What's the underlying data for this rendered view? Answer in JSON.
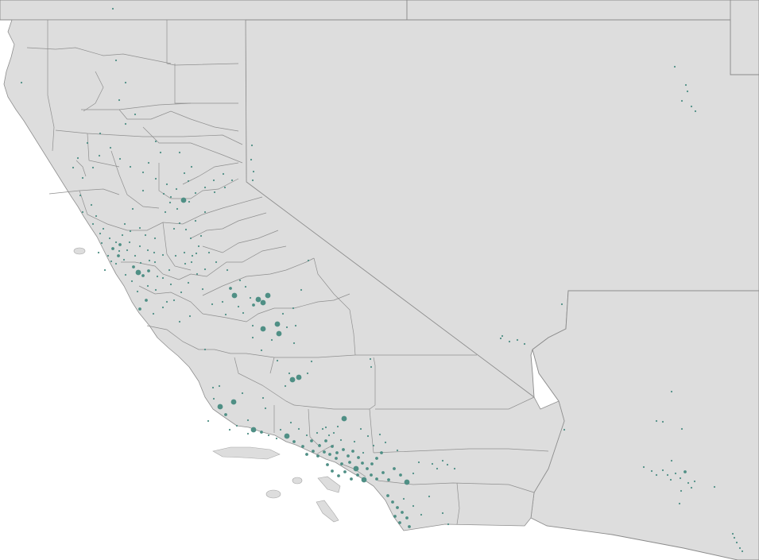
{
  "map": {
    "style": {
      "land_fill": "#dddddd",
      "border_color": "#8f8f8f",
      "ocean_color": "#ffffff",
      "point_color": "#4f8f85"
    }
  },
  "points": [
    [
      231,
      252,
      3
    ],
    [
      238,
      254,
      1
    ],
    [
      214,
      255,
      1
    ],
    [
      206,
      244,
      1
    ],
    [
      215,
      248,
      1
    ],
    [
      223,
      263,
      1
    ],
    [
      208,
      267,
      1
    ],
    [
      226,
      281,
      1
    ],
    [
      219,
      288,
      1
    ],
    [
      234,
      289,
      1
    ],
    [
      240,
      300,
      1
    ],
    [
      250,
      310,
      1
    ],
    [
      263,
      318,
      1
    ],
    [
      247,
      319,
      1
    ],
    [
      232,
      318,
      1
    ],
    [
      241,
      330,
      1
    ],
    [
      205,
      321,
      1
    ],
    [
      194,
      318,
      1
    ],
    [
      195,
      300,
      1
    ],
    [
      183,
      296,
      1
    ],
    [
      176,
      287,
      1
    ],
    [
      164,
      291,
      1
    ],
    [
      154,
      296,
      1
    ],
    [
      146,
      305,
      1
    ],
    [
      142,
      313,
      2
    ],
    [
      149,
      322,
      2
    ],
    [
      156,
      327,
      1
    ],
    [
      168,
      336,
      2
    ],
    [
      174,
      343,
      3
    ],
    [
      180,
      347,
      2
    ],
    [
      187,
      341,
      2
    ],
    [
      177,
      331,
      1
    ],
    [
      160,
      315,
      1
    ],
    [
      151,
      308,
      2
    ],
    [
      138,
      300,
      1
    ],
    [
      130,
      288,
      1
    ],
    [
      121,
      272,
      1
    ],
    [
      115,
      258,
      1
    ],
    [
      101,
      246,
      1
    ],
    [
      104,
      267,
      1
    ],
    [
      117,
      282,
      1
    ],
    [
      126,
      294,
      1
    ],
    [
      136,
      322,
      1
    ],
    [
      146,
      332,
      1
    ],
    [
      158,
      346,
      1
    ],
    [
      166,
      354,
      1
    ],
    [
      173,
      367,
      1
    ],
    [
      184,
      378,
      2
    ],
    [
      176,
      389,
      2
    ],
    [
      193,
      395,
      1
    ],
    [
      205,
      387,
      1
    ],
    [
      219,
      378,
      1
    ],
    [
      228,
      368,
      1
    ],
    [
      237,
      356,
      1
    ],
    [
      248,
      345,
      1
    ],
    [
      258,
      339,
      1
    ],
    [
      272,
      330,
      1
    ],
    [
      286,
      340,
      1
    ],
    [
      295,
      372,
      3
    ],
    [
      315,
      375,
      1
    ],
    [
      325,
      377,
      3
    ],
    [
      331,
      381,
      3
    ],
    [
      337,
      372,
      3
    ],
    [
      319,
      384,
      2
    ],
    [
      309,
      361,
      1
    ],
    [
      302,
      353,
      1
    ],
    [
      290,
      363,
      2
    ],
    [
      280,
      380,
      1
    ],
    [
      306,
      394,
      1
    ],
    [
      331,
      414,
      3
    ],
    [
      349,
      408,
      3
    ],
    [
      351,
      420,
      3
    ],
    [
      342,
      428,
      1
    ],
    [
      329,
      441,
      1
    ],
    [
      318,
      425,
      1
    ],
    [
      356,
      395,
      1
    ],
    [
      369,
      388,
      1
    ],
    [
      379,
      365,
      1
    ],
    [
      388,
      328,
      1
    ],
    [
      372,
      410,
      1
    ],
    [
      364,
      470,
      1
    ],
    [
      368,
      478,
      3
    ],
    [
      376,
      475,
      3
    ],
    [
      387,
      470,
      1
    ],
    [
      359,
      486,
      1
    ],
    [
      349,
      454,
      1
    ],
    [
      392,
      455,
      1
    ],
    [
      467,
      462,
      1
    ],
    [
      466,
      452,
      1
    ],
    [
      258,
      440,
      1
    ],
    [
      276,
      486,
      1
    ],
    [
      268,
      488,
      1
    ],
    [
      277,
      512,
      3
    ],
    [
      284,
      522,
      2
    ],
    [
      294,
      506,
      3
    ],
    [
      305,
      495,
      1
    ],
    [
      319,
      541,
      3
    ],
    [
      329,
      544,
      2
    ],
    [
      338,
      548,
      1
    ],
    [
      348,
      552,
      1
    ],
    [
      361,
      549,
      3
    ],
    [
      370,
      556,
      2
    ],
    [
      381,
      562,
      2
    ],
    [
      392,
      555,
      2
    ],
    [
      402,
      561,
      2
    ],
    [
      410,
      555,
      2
    ],
    [
      418,
      562,
      2
    ],
    [
      424,
      570,
      2
    ],
    [
      432,
      566,
      2
    ],
    [
      438,
      574,
      2
    ],
    [
      444,
      568,
      2
    ],
    [
      451,
      576,
      2
    ],
    [
      456,
      583,
      2
    ],
    [
      462,
      590,
      2
    ],
    [
      468,
      584,
      2
    ],
    [
      474,
      577,
      2
    ],
    [
      480,
      570,
      2
    ],
    [
      448,
      590,
      3
    ],
    [
      440,
      582,
      2
    ],
    [
      430,
      584,
      2
    ],
    [
      423,
      577,
      2
    ],
    [
      415,
      572,
      2
    ],
    [
      408,
      569,
      2
    ],
    [
      400,
      574,
      2
    ],
    [
      394,
      568,
      2
    ],
    [
      386,
      572,
      2
    ],
    [
      412,
      585,
      2
    ],
    [
      418,
      593,
      2
    ],
    [
      426,
      599,
      2
    ],
    [
      434,
      594,
      2
    ],
    [
      442,
      603,
      2
    ],
    [
      450,
      598,
      2
    ],
    [
      458,
      604,
      3
    ],
    [
      467,
      598,
      2
    ],
    [
      474,
      603,
      2
    ],
    [
      482,
      595,
      2
    ],
    [
      489,
      604,
      2
    ],
    [
      496,
      590,
      2
    ],
    [
      504,
      598,
      2
    ],
    [
      512,
      607,
      3
    ],
    [
      520,
      596,
      1
    ],
    [
      527,
      582,
      1
    ],
    [
      544,
      584,
      1
    ],
    [
      550,
      590,
      1
    ],
    [
      557,
      580,
      1
    ],
    [
      563,
      585,
      1
    ],
    [
      572,
      590,
      1
    ],
    [
      488,
      624,
      2
    ],
    [
      494,
      632,
      2
    ],
    [
      500,
      639,
      2
    ],
    [
      506,
      645,
      2
    ],
    [
      512,
      652,
      2
    ],
    [
      503,
      658,
      2
    ],
    [
      497,
      650,
      2
    ],
    [
      515,
      663,
      2
    ],
    [
      508,
      628,
      1
    ],
    [
      520,
      637,
      1
    ],
    [
      530,
      648,
      1
    ],
    [
      540,
      625,
      1
    ],
    [
      557,
      646,
      1
    ],
    [
      564,
      660,
      1
    ],
    [
      433,
      527,
      3
    ],
    [
      425,
      537,
      1
    ],
    [
      406,
      540,
      1
    ],
    [
      402,
      560,
      1
    ],
    [
      454,
      540,
      1
    ],
    [
      463,
      549,
      1
    ],
    [
      429,
      554,
      1
    ],
    [
      446,
      556,
      1
    ],
    [
      414,
      548,
      1
    ],
    [
      485,
      557,
      1
    ],
    [
      500,
      567,
      1
    ],
    [
      457,
      570,
      1
    ],
    [
      470,
      561,
      1
    ],
    [
      478,
      547,
      1
    ],
    [
      399,
      545,
      1
    ],
    [
      386,
      548,
      1
    ],
    [
      376,
      540,
      1
    ],
    [
      366,
      532,
      1
    ],
    [
      410,
      538,
      1
    ],
    [
      420,
      545,
      1
    ],
    [
      331,
      501,
      1
    ],
    [
      334,
      514,
      1
    ],
    [
      298,
      536,
      1
    ],
    [
      289,
      541,
      1
    ],
    [
      312,
      529,
      1
    ],
    [
      262,
      530,
      1
    ],
    [
      269,
      502,
      1
    ],
    [
      318,
      410,
      1
    ],
    [
      361,
      412,
      1
    ],
    [
      370,
      432,
      1
    ],
    [
      300,
      386,
      1
    ],
    [
      284,
      396,
      1
    ],
    [
      267,
      383,
      1
    ],
    [
      255,
      364,
      1
    ],
    [
      239,
      398,
      1
    ],
    [
      226,
      405,
      1
    ],
    [
      210,
      380,
      1
    ],
    [
      196,
      365,
      1
    ],
    [
      186,
      360,
      1
    ],
    [
      198,
      348,
      1
    ],
    [
      213,
      340,
      1
    ],
    [
      221,
      322,
      1
    ],
    [
      233,
      332,
      1
    ],
    [
      242,
      322,
      1
    ],
    [
      253,
      297,
      1
    ],
    [
      246,
      278,
      1
    ],
    [
      258,
      267,
      1
    ],
    [
      270,
      242,
      1
    ],
    [
      283,
      236,
      1
    ],
    [
      292,
      227,
      1
    ],
    [
      281,
      219,
      1
    ],
    [
      269,
      227,
      1
    ],
    [
      258,
      236,
      1
    ],
    [
      246,
      243,
      1
    ],
    [
      222,
      238,
      1
    ],
    [
      210,
      232,
      1
    ],
    [
      196,
      225,
      1
    ],
    [
      180,
      217,
      1
    ],
    [
      164,
      210,
      1
    ],
    [
      151,
      200,
      1
    ],
    [
      139,
      186,
      1
    ],
    [
      125,
      196,
      1
    ],
    [
      117,
      211,
      1
    ],
    [
      104,
      224,
      1
    ],
    [
      92,
      211,
      1
    ],
    [
      98,
      199,
      1
    ],
    [
      110,
      180,
      1
    ],
    [
      126,
      168,
      1
    ],
    [
      158,
      156,
      1
    ],
    [
      170,
      144,
      1
    ],
    [
      196,
      178,
      1
    ],
    [
      226,
      192,
      1
    ],
    [
      241,
      210,
      1
    ],
    [
      232,
      218,
      1
    ],
    [
      237,
      228,
      1
    ],
    [
      202,
      192,
      1
    ],
    [
      187,
      205,
      1
    ],
    [
      180,
      240,
      1
    ],
    [
      167,
      263,
      1
    ],
    [
      157,
      282,
      1
    ],
    [
      163,
      305,
      1
    ],
    [
      176,
      310,
      1
    ],
    [
      186,
      315,
      1
    ],
    [
      195,
      330,
      1
    ],
    [
      205,
      350,
      1
    ],
    [
      215,
      358,
      1
    ],
    [
      188,
      328,
      1
    ],
    [
      170,
      322,
      1
    ],
    [
      150,
      316,
      1
    ],
    [
      140,
      329,
      1
    ],
    [
      132,
      340,
      1
    ],
    [
      124,
      318,
      1
    ],
    [
      128,
      306,
      1
    ],
    [
      317,
      183,
      1
    ],
    [
      316,
      201,
      1
    ],
    [
      319,
      216,
      1
    ],
    [
      318,
      227,
      1
    ],
    [
      146,
      76,
      1
    ],
    [
      158,
      104,
      1
    ],
    [
      150,
      126,
      1
    ],
    [
      142,
      11,
      1
    ],
    [
      27,
      104,
      1
    ],
    [
      632,
      423,
      1
    ],
    [
      630,
      426,
      1
    ],
    [
      641,
      430,
      1
    ],
    [
      651,
      428,
      1
    ],
    [
      660,
      433,
      1
    ],
    [
      707,
      383,
      1
    ],
    [
      710,
      541,
      1
    ],
    [
      849,
      84,
      1
    ],
    [
      863,
      107,
      1
    ],
    [
      865,
      115,
      1
    ],
    [
      858,
      127,
      1
    ],
    [
      870,
      134,
      1
    ],
    [
      875,
      140,
      1
    ],
    [
      845,
      493,
      1
    ],
    [
      826,
      530,
      1
    ],
    [
      834,
      531,
      1
    ],
    [
      858,
      540,
      1
    ],
    [
      810,
      588,
      1
    ],
    [
      820,
      593,
      1
    ],
    [
      826,
      598,
      1
    ],
    [
      834,
      592,
      1
    ],
    [
      840,
      598,
      1
    ],
    [
      844,
      604,
      1
    ],
    [
      850,
      596,
      1
    ],
    [
      856,
      602,
      1
    ],
    [
      862,
      594,
      2
    ],
    [
      866,
      608,
      1
    ],
    [
      870,
      614,
      1
    ],
    [
      874,
      606,
      1
    ],
    [
      857,
      618,
      1
    ],
    [
      855,
      634,
      1
    ],
    [
      845,
      580,
      1
    ],
    [
      899,
      613,
      1
    ],
    [
      924,
      677,
      1
    ],
    [
      927,
      683,
      1
    ],
    [
      931,
      690,
      1
    ],
    [
      934,
      694,
      1
    ],
    [
      922,
      672,
      1
    ],
    [
      312,
      546,
      1
    ],
    [
      353,
      541,
      1
    ]
  ]
}
